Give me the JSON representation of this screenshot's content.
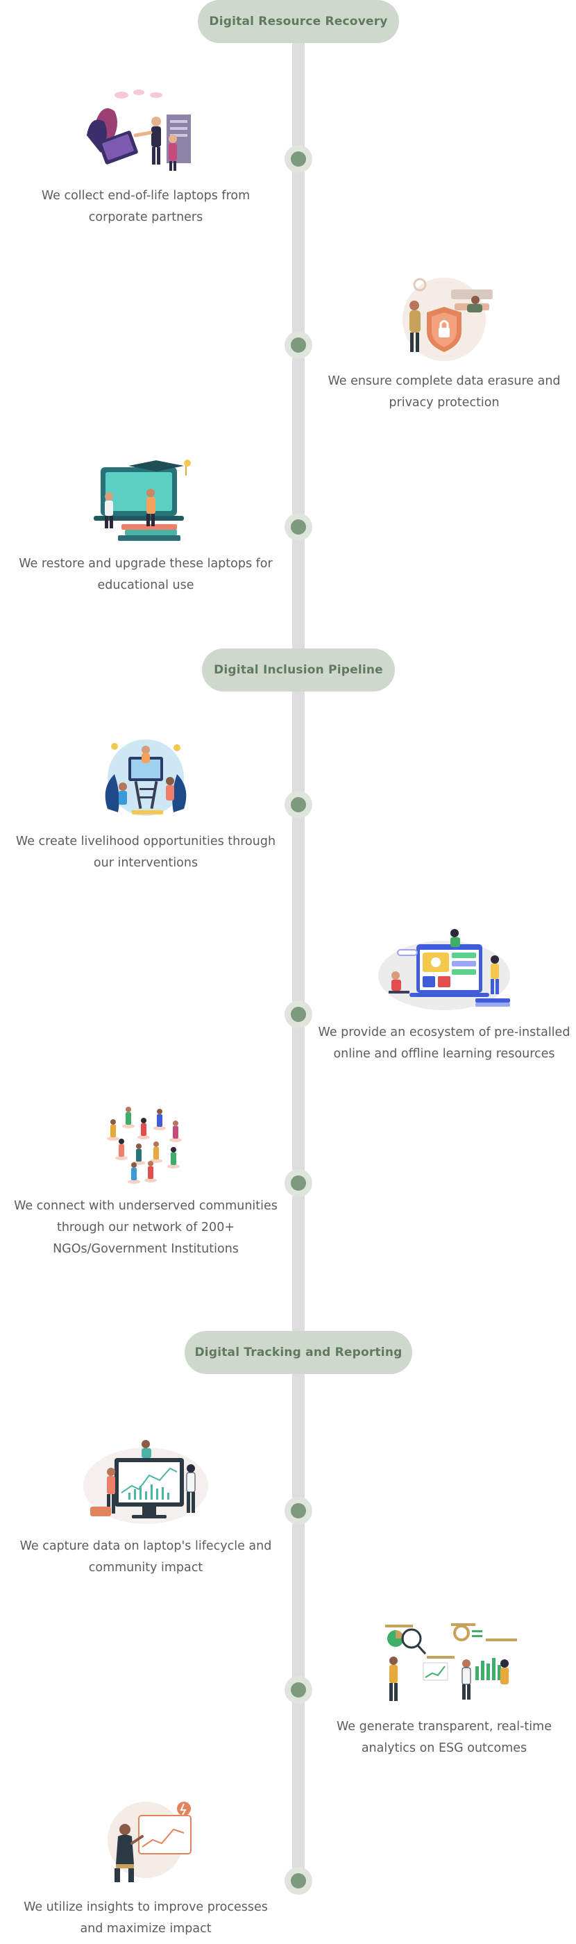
{
  "sections": [
    {
      "title": "Digital Resource Recovery"
    },
    {
      "title": "Digital Inclusion Pipeline"
    },
    {
      "title": "Digital Tracking and Reporting"
    }
  ],
  "steps": [
    {
      "text": "We collect end-of-life laptops from corporate partners",
      "icon": "handshake-laptop-illustration"
    },
    {
      "text": "We ensure complete data erasure and privacy protection",
      "icon": "data-security-shield-illustration"
    },
    {
      "text": "We restore and upgrade these laptops for educational use",
      "icon": "graduation-laptop-illustration"
    },
    {
      "text": "We create livelihood opportunities through our interventions",
      "icon": "team-collaboration-illustration"
    },
    {
      "text": "We provide an ecosystem of pre-installed online and offline learning resources",
      "icon": "learning-dashboard-illustration"
    },
    {
      "text": "We connect with underserved communities through our network of 200+ NGOs/Government Institutions",
      "icon": "community-network-illustration"
    },
    {
      "text": "We capture data on laptop's lifecycle and community impact",
      "icon": "data-capture-monitor-illustration"
    },
    {
      "text": "We generate transparent, real-time analytics on ESG outcomes",
      "icon": "analytics-charts-illustration"
    },
    {
      "text": "We utilize insights to improve processes and maximize impact",
      "icon": "insights-lightbulb-illustration"
    }
  ],
  "colors": {
    "timeline": "#dddddd",
    "pill_bg": "#cfd8cc",
    "pill_text": "#5f7a5f",
    "node_ring": "#dfe5dd",
    "node_dot": "#7d9a7c",
    "caption_text": "#5c5c5c"
  }
}
